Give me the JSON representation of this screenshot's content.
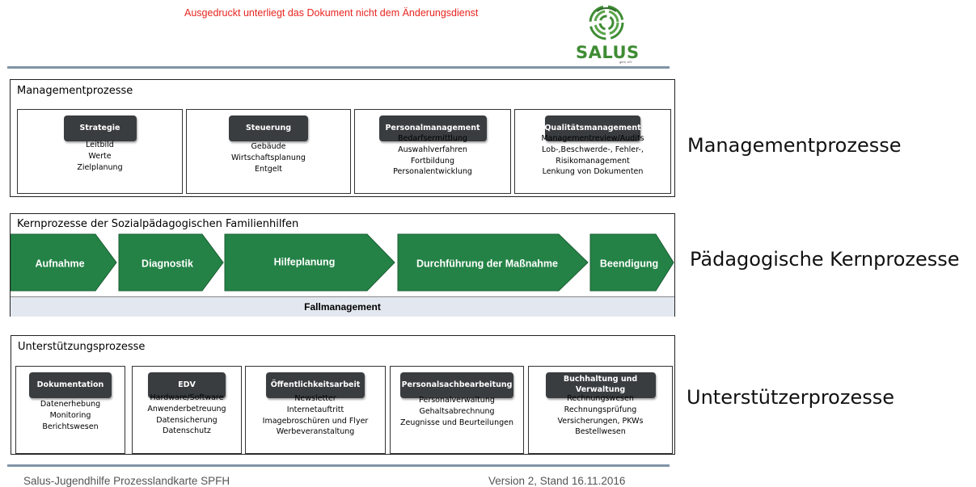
{
  "notice": "Ausgedruckt unterliegt das Dokument nicht dem Änderungsdienst",
  "logo": {
    "text": "SALUS",
    "sub": "gem. eG",
    "color": "#3f8c34"
  },
  "management": {
    "title": "Managementprozesse",
    "side_label": "Managementprozesse",
    "cards": [
      {
        "label": "Strategie",
        "items": [
          "Leitbild",
          "Werte",
          "Zielplanung"
        ]
      },
      {
        "label": "Steuerung",
        "items": [
          "Gebäude",
          "Wirtschaftsplanung",
          "Entgelt"
        ]
      },
      {
        "label": "Personalmanagement",
        "items": [
          "Bedarfsermittlung",
          "Auswahlverfahren",
          "Fortbildung",
          "Personalentwicklung"
        ]
      },
      {
        "label": "Qualitätsmanagement",
        "items": [
          "Managementreview/Audits",
          "Lob-,Beschwerde-, Fehler-,",
          "Risikomanagement",
          "Lenkung von Dokumenten"
        ]
      }
    ]
  },
  "kern": {
    "title": "Kernprozesse der Sozialpädagogischen Familienhilfen",
    "side_label": "Pädagogische Kernprozesse",
    "steps": [
      "Aufnahme",
      "Diagnostik",
      "Hilfeplanung",
      "Durchführung der Maßnahme",
      "Beendigung"
    ],
    "fallmanagement": "Fallmanagement",
    "arrow_color": "#248246"
  },
  "support": {
    "title": "Unterstützungsprozesse",
    "side_label": "Unterstützerprozesse",
    "cards": [
      {
        "label": "Dokumentation",
        "items": [
          "Datenerhebung",
          "Monitoring",
          "Berichtswesen"
        ]
      },
      {
        "label": "EDV",
        "items": [
          "Hardware/Software",
          "Anwenderbetreuung",
          "Datensicherung",
          "Datenschutz"
        ]
      },
      {
        "label": "Öffentlichkeitsarbeit",
        "items": [
          "Newsletter",
          "Internetauftritt",
          "Imagebroschüren und Flyer",
          "Werbeveranstaltung"
        ]
      },
      {
        "label": "Personalsachbearbeitung",
        "items": [
          "Personalverwaltung",
          "Gehaltsabrechnung",
          "Zeugnisse und Beurteilungen"
        ]
      },
      {
        "label": "Buchhaltung und Verwaltung",
        "items": [
          "Rechnungswesen",
          "Rechnungsprüfung",
          "Versicherungen, PKWs",
          "Bestellwesen"
        ]
      }
    ]
  },
  "footer": {
    "left": "Salus-Jugendhilfe Prozesslandkarte SPFH",
    "right": "Version 2, Stand 16.11.2016"
  }
}
